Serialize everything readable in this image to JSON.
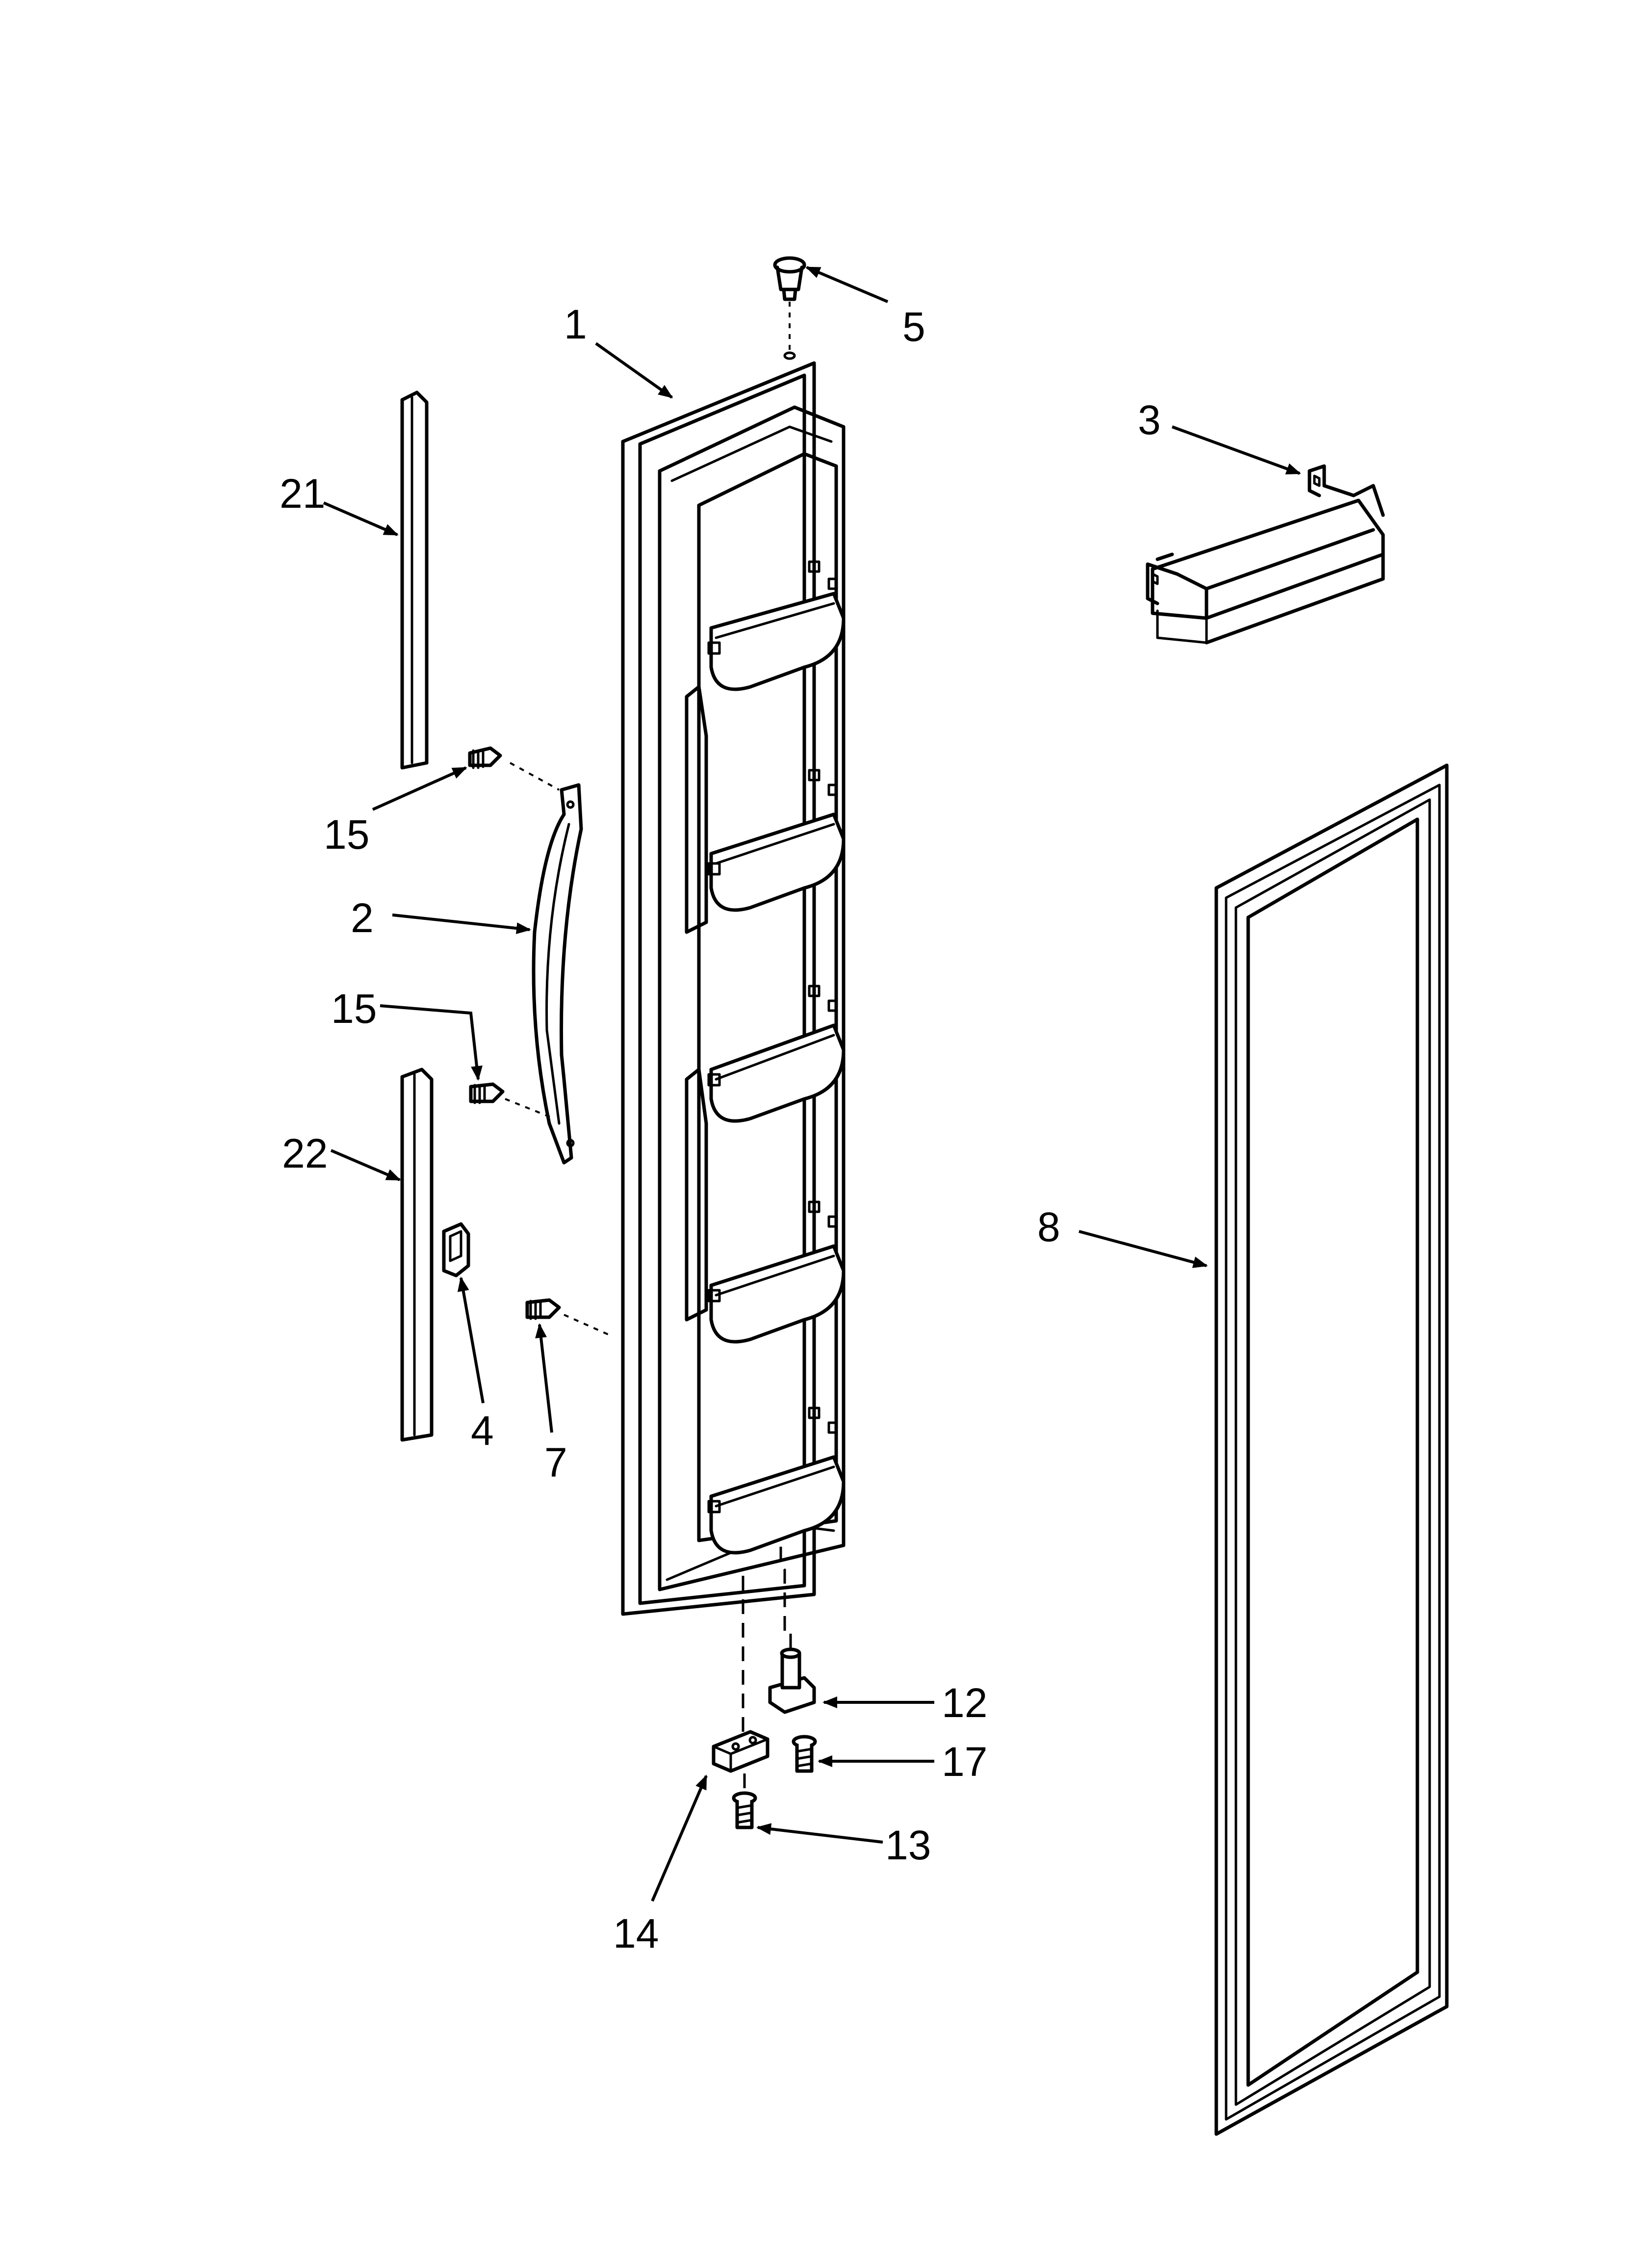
{
  "callouts": [
    {
      "id": "1",
      "label": "1"
    },
    {
      "id": "2",
      "label": "2"
    },
    {
      "id": "3",
      "label": "3"
    },
    {
      "id": "4",
      "label": "4"
    },
    {
      "id": "5",
      "label": "5"
    },
    {
      "id": "7",
      "label": "7"
    },
    {
      "id": "8",
      "label": "8"
    },
    {
      "id": "12",
      "label": "12"
    },
    {
      "id": "13",
      "label": "13"
    },
    {
      "id": "14",
      "label": "14"
    },
    {
      "id": "15a",
      "label": "15"
    },
    {
      "id": "15b",
      "label": "15"
    },
    {
      "id": "17",
      "label": "17"
    },
    {
      "id": "21",
      "label": "21"
    },
    {
      "id": "22",
      "label": "22"
    }
  ]
}
